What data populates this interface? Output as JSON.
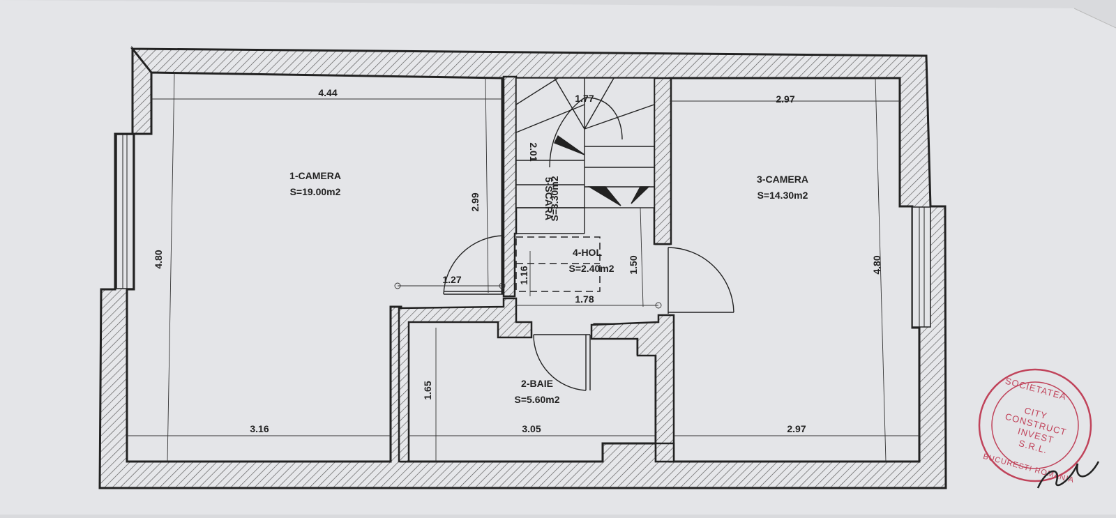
{
  "rooms": [
    {
      "id": "camera-1",
      "name": "1-CAMERA",
      "area": "S=19.00m2"
    },
    {
      "id": "baie-2",
      "name": "2-BAIE",
      "area": "S=5.60m2"
    },
    {
      "id": "camera-3",
      "name": "3-CAMERA",
      "area": "S=14.30m2"
    },
    {
      "id": "hol-4",
      "name": "4-HOL",
      "area": "S=2.40m2"
    },
    {
      "id": "scara-5",
      "name": "5-SCARA",
      "area": "S=3.30m2"
    }
  ],
  "dimensions": {
    "camera1_width": "4.44",
    "camera1_height": "4.80",
    "camera1_bottom": "3.16",
    "hall_vertical": "2.99",
    "hall_door": "1.27",
    "stair_width": "1.77",
    "stair_depth": "2.01",
    "hol_height": "1.16",
    "hol_right": "1.50",
    "hol_width": "1.78",
    "baie_height": "1.65",
    "baie_width": "3.05",
    "camera3_width": "2.97",
    "camera3_height": "4.80",
    "camera3_bottom": "2.97"
  },
  "stamp": {
    "line1": "SOCIETATEA",
    "line2": "CITY",
    "line3": "CONSTRUCT",
    "line4": "INVEST",
    "line5": "S.R.L.",
    "line6": "BUCURESTI ROMANIA",
    "color": "#c0435a"
  },
  "colors": {
    "paper": "#e4e5e8",
    "wall": "#2a2a2a",
    "hatch": "#555555"
  }
}
